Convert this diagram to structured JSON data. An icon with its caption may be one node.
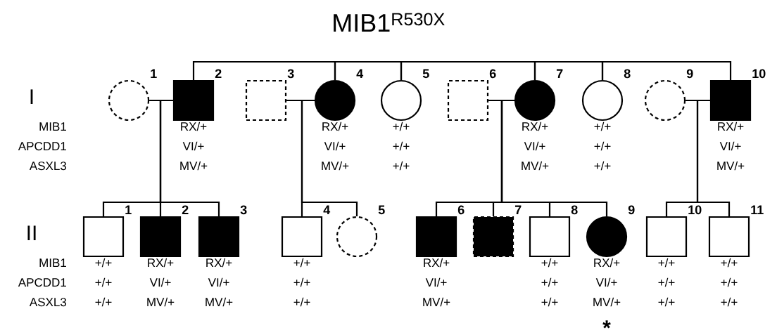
{
  "diagram": {
    "title": "MIB1$^{R530X}$",
    "nodes": [
      {
        "text": [],
        "shape": "circle",
        "beside": [
          "1"
        ]
      },
      {
        "text": [],
        "shape": "box",
        "beside": [
          "2",
          "RX/+",
          "VI/+",
          "MV/+"
        ]
      },
      {
        "text": [],
        "shape": "box",
        "beside": [
          "3"
        ]
      },
      {
        "text": [],
        "shape": "circle",
        "beside": [
          "4",
          "RX/+",
          "VI/+",
          "MV/+"
        ]
      },
      {
        "text": [],
        "shape": "circle",
        "beside": [
          "5",
          "+/+",
          "+/+",
          "+/+"
        ]
      },
      {
        "text": [],
        "shape": "box",
        "beside": [
          "6"
        ]
      },
      {
        "text": [],
        "shape": "circle",
        "beside": [
          "7",
          "RX/+",
          "VI/+",
          "MV/+"
        ]
      },
      {
        "text": [],
        "shape": "circle",
        "beside": [
          "8",
          "+/+",
          "+/+",
          "+/+"
        ]
      },
      {
        "text": [],
        "shape": "circle",
        "beside": [
          "9"
        ]
      },
      {
        "text": [],
        "shape": "box",
        "beside": [
          "10",
          "RX/+",
          "VI/+",
          "MV/+"
        ]
      },
      {
        "text": [],
        "shape": "box",
        "beside": [
          "1",
          "+/+",
          "+/+",
          "+/+"
        ]
      },
      {
        "text": [],
        "shape": "box",
        "beside": [
          "2",
          "RX/+",
          "VI/+",
          "MV/+"
        ]
      },
      {
        "text": [],
        "shape": "box",
        "beside": [
          "3",
          "RX/+",
          "VI/+",
          "MV/+"
        ]
      },
      {
        "text": [],
        "shape": "box",
        "beside": [
          "4",
          "+/+",
          "+/+",
          "+/+"
        ]
      },
      {
        "text": [],
        "shape": "circle",
        "beside": [
          "5"
        ]
      },
      {
        "text": [],
        "shape": "box",
        "beside": [
          "6",
          "RX/+",
          "VI/+",
          "MV/+"
        ]
      },
      {
        "text": [],
        "shape": "box",
        "beside": [
          "7"
        ]
      },
      {
        "text": [],
        "shape": "box",
        "beside": [
          "8",
          "+/+",
          "+/+",
          "+/+"
        ]
      },
      {
        "text": [],
        "shape": "circle",
        "beside": [
          "9",
          "RX/+",
          "VI/+",
          "MV/+",
          "*"
        ]
      },
      {
        "text": [],
        "shape": "box",
        "beside": [
          "10",
          "+/+",
          "+/+",
          "+/+"
        ]
      },
      {
        "text": [],
        "shape": "box",
        "beside": [
          "11",
          "+/+",
          "+/+",
          "+/+"
        ]
      }
    ],
    "edges": [
      {
        "from": 0,
        "to": 1,
        "arrow": "none"
      },
      {
        "from": 2,
        "to": 3,
        "arrow": "none"
      },
      {
        "from": 5,
        "to": 6,
        "arrow": "none"
      },
      {
        "from": 8,
        "to": 9,
        "arrow": "none"
      },
      {
        "from": 1,
        "to": 3,
        "arrow": "none"
      },
      {
        "from": 3,
        "to": 4,
        "arrow": "none"
      },
      {
        "from": 4,
        "to": 6,
        "arrow": "none"
      },
      {
        "from": 6,
        "to": 7,
        "arrow": "none"
      },
      {
        "from": 7,
        "to": 9,
        "arrow": "none"
      },
      {
        "from": 1,
        "to": 10,
        "arrow": "none"
      },
      {
        "from": 1,
        "to": 11,
        "arrow": "none"
      },
      {
        "from": 1,
        "to": 12,
        "arrow": "none"
      },
      {
        "from": 3,
        "to": 13,
        "arrow": "none"
      },
      {
        "from": 3,
        "to": 14,
        "arrow": "none"
      },
      {
        "from": 6,
        "to": 15,
        "arrow": "none"
      },
      {
        "from": 6,
        "to": 16,
        "arrow": "none"
      },
      {
        "from": 6,
        "to": 17,
        "arrow": "none"
      },
      {
        "from": 6,
        "to": 18,
        "arrow": "none"
      },
      {
        "from": 9,
        "to": 19,
        "arrow": "none"
      },
      {
        "from": 9,
        "to": 20,
        "arrow": "none"
      }
    ],
    "labels": [
      "I",
      "MIB1",
      "APCDD1",
      "ASXL3",
      "II",
      "MIB1",
      "APCDD1",
      "ASXL3"
    ]
  }
}
